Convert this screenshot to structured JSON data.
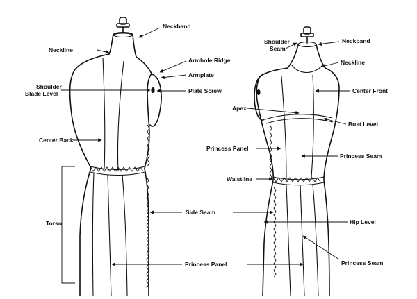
{
  "labels": {
    "neckband_back": "Neckband",
    "neckline_back": "Neckline",
    "armhole_ridge": "Armhole Ridge",
    "armplate": "Armplate",
    "shoulder_blade_1": "Shoulder",
    "shoulder_blade_2": "Blade Level",
    "plate_screw": "Plate Screw",
    "center_back": "Center Back",
    "torso": "Torso",
    "side_seam": "Side Seam",
    "princess_panel_bottom": "Princess Panel",
    "shoulder_seam_1": "Shoulder",
    "shoulder_seam_2": "Seam",
    "neckband_front": "Neckband",
    "neckline_front": "Neckline",
    "center_front": "Center Front",
    "apex": "Apex",
    "bust_level": "Bust Level",
    "princess_panel_mid": "Princess Panel",
    "princess_seam_upper": "Princess Seam",
    "waistline": "Waistline",
    "hip_level": "Hip Level",
    "princess_seam_lower": "Princess Seam"
  },
  "colors": {
    "ink": "#111111",
    "background": "#ffffff"
  }
}
